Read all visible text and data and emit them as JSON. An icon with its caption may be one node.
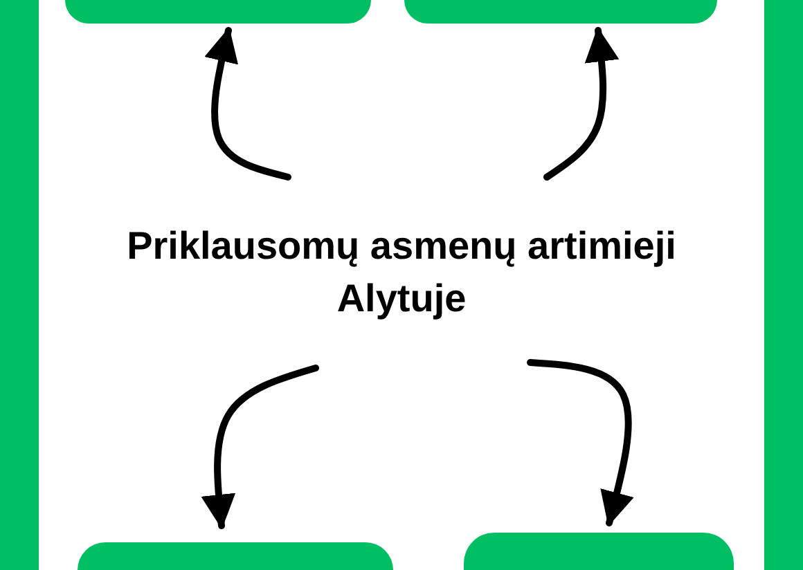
{
  "diagram": {
    "nodes": [
      {
        "text": [
          "Priklausomų asmenų artimieji Alytuje"
        ]
      },
      {
        "text": [],
        "shape": "box"
      },
      {
        "text": [],
        "shape": "box"
      },
      {
        "text": [],
        "shape": "box"
      },
      {
        "text": [],
        "shape": "box"
      }
    ],
    "edges": [
      {
        "from": 0,
        "to": 1,
        "arrow": "to"
      },
      {
        "from": 0,
        "to": 2,
        "arrow": "to"
      },
      {
        "from": 0,
        "to": 3,
        "arrow": "to"
      },
      {
        "from": 0,
        "to": 4,
        "arrow": "to"
      }
    ]
  }
}
